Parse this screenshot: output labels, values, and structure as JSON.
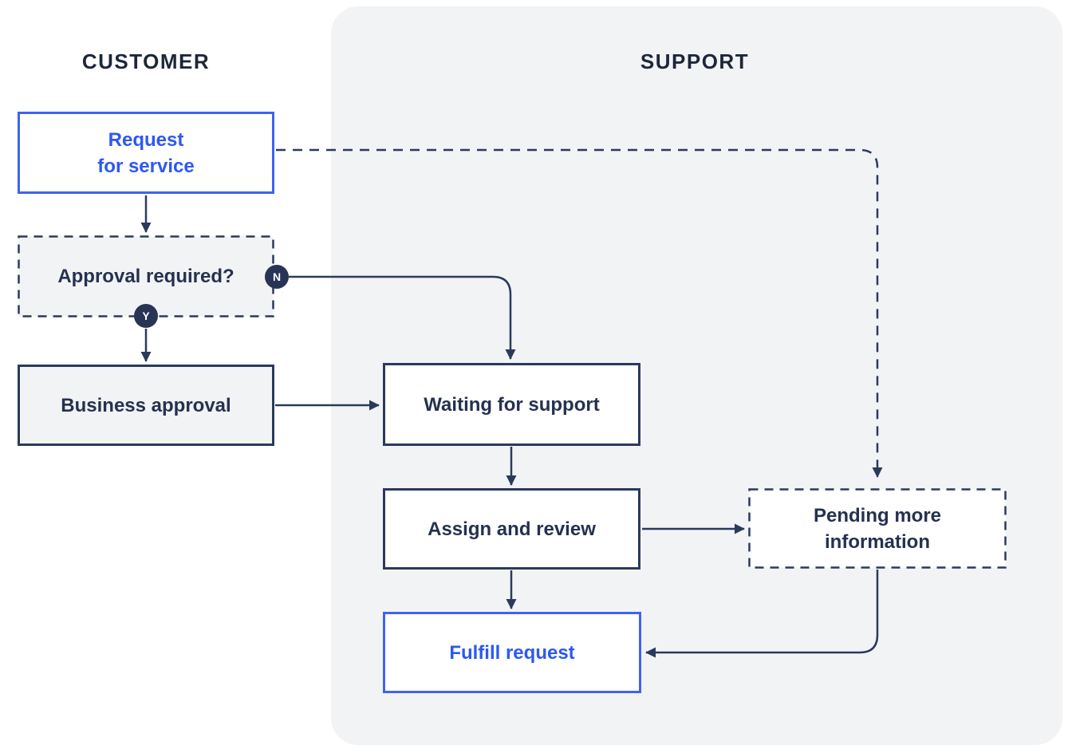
{
  "diagram": {
    "lanes": {
      "customer": "CUSTOMER",
      "support": "SUPPORT"
    },
    "nodes": {
      "request": {
        "line1": "Request",
        "line2": "for service",
        "style": "blue-solid"
      },
      "approval": {
        "label": "Approval required?",
        "style": "navy-dashed-gray-fill"
      },
      "business": {
        "label": "Business approval",
        "style": "navy-solid-gray-fill"
      },
      "waiting": {
        "label": "Waiting for support",
        "style": "navy-solid-white-fill"
      },
      "assign": {
        "label": "Assign and review",
        "style": "navy-solid-white-fill"
      },
      "fulfill": {
        "label": "Fulfill request",
        "style": "blue-solid"
      },
      "pending": {
        "line1": "Pending more",
        "line2": "information",
        "style": "navy-dashed-white-fill"
      }
    },
    "badges": {
      "no": "N",
      "yes": "Y"
    },
    "edges": [
      {
        "from": "request",
        "to": "approval",
        "style": "solid"
      },
      {
        "from": "request",
        "to": "pending",
        "style": "dashed"
      },
      {
        "from": "approval",
        "to": "waiting",
        "branch": "N",
        "style": "solid"
      },
      {
        "from": "approval",
        "to": "business",
        "branch": "Y",
        "style": "solid"
      },
      {
        "from": "business",
        "to": "waiting",
        "style": "solid"
      },
      {
        "from": "waiting",
        "to": "assign",
        "style": "solid"
      },
      {
        "from": "assign",
        "to": "pending",
        "style": "solid"
      },
      {
        "from": "assign",
        "to": "fulfill",
        "style": "solid"
      },
      {
        "from": "pending",
        "to": "fulfill",
        "style": "solid"
      }
    ],
    "colors": {
      "accent_blue_border": "#3E63F2",
      "accent_blue_text": "#2C58F2",
      "navy_line": "#2B3A5C",
      "navy_text": "#253150",
      "heading_navy": "#1D2739",
      "badge_navy": "#273455",
      "lane_background": "#F2F3F5",
      "gray_node_fill": "#F2F3F5",
      "page_background": "#FFFFFF"
    }
  }
}
